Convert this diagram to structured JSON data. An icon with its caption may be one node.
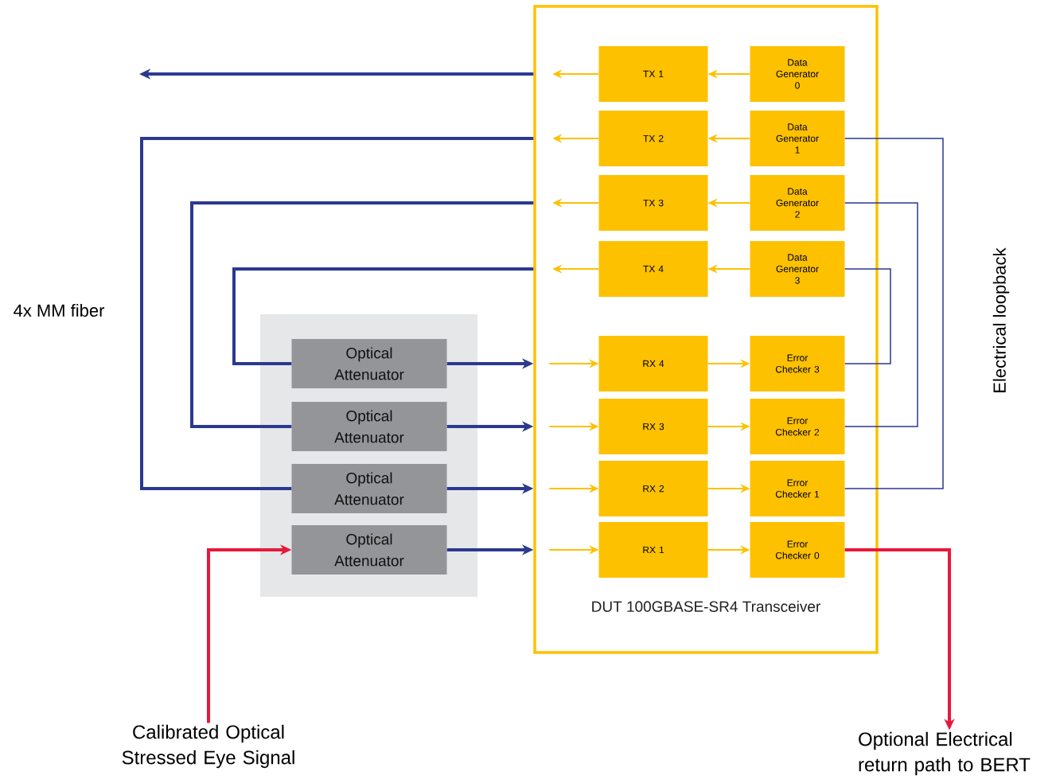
{
  "diagram": {
    "nodes": [
      {
        "text": [
          "DUT 100GBASE-SR4 Transceiver"
        ]
      },
      {
        "text": [
          "TX 1"
        ],
        "in": 0
      },
      {
        "text": [
          "TX 2"
        ],
        "in": 0
      },
      {
        "text": [
          "TX 3"
        ],
        "in": 0
      },
      {
        "text": [
          "TX 4"
        ],
        "in": 0
      },
      {
        "text": [
          "Data Generator 0"
        ],
        "in": 0
      },
      {
        "text": [
          "Data Generator 1"
        ],
        "in": 0
      },
      {
        "text": [
          "Data Generator 2"
        ],
        "in": 0
      },
      {
        "text": [
          "Data Generator 3"
        ],
        "in": 0
      },
      {
        "text": [
          "RX 4"
        ],
        "in": 0
      },
      {
        "text": [
          "RX 3"
        ],
        "in": 0
      },
      {
        "text": [
          "RX 2"
        ],
        "in": 0
      },
      {
        "text": [
          "RX 1"
        ],
        "in": 0
      },
      {
        "text": [
          "Error Checker 3"
        ],
        "in": 0
      },
      {
        "text": [
          "Error Checker 2"
        ],
        "in": 0
      },
      {
        "text": [
          "Error Checker 1"
        ],
        "in": 0
      },
      {
        "text": [
          "Error Checker 0"
        ],
        "in": 0
      },
      {
        "text": [],
        "shape": "box"
      },
      {
        "text": [
          "Optical Attenuator"
        ],
        "in": 17
      },
      {
        "text": [
          "Optical Attenuator"
        ],
        "in": 17
      },
      {
        "text": [
          "Optical Attenuator"
        ],
        "in": 17
      },
      {
        "text": [
          "Optical Attenuator"
        ],
        "in": 17
      },
      {
        "text": [
          "Calibrated Optical Stressed Eye Signal"
        ]
      },
      {
        "text": [
          "Optional Electrical return path to BERT"
        ]
      }
    ],
    "edges": [
      {
        "from": 5,
        "to": 1,
        "arrow": "to"
      },
      {
        "from": 6,
        "to": 2,
        "arrow": "to"
      },
      {
        "from": 7,
        "to": 3,
        "arrow": "to"
      },
      {
        "from": 8,
        "to": 4,
        "arrow": "to"
      },
      {
        "from": 1,
        "to": null,
        "arrow": "to"
      },
      {
        "from": 2,
        "to": null,
        "arrow": "to"
      },
      {
        "from": 3,
        "to": null,
        "arrow": "to"
      },
      {
        "from": 4,
        "to": null,
        "arrow": "to"
      },
      {
        "from": 0,
        "to": null,
        "arrow": "to",
        "style": "thick",
        "color": "#2b3990"
      },
      {
        "from": 0,
        "to": 20,
        "arrow": "none",
        "style": "thick",
        "color": "#2b3990"
      },
      {
        "from": 0,
        "to": 19,
        "arrow": "none",
        "style": "thick",
        "color": "#2b3990"
      },
      {
        "from": 0,
        "to": 18,
        "arrow": "none",
        "style": "thick",
        "color": "#2b3990"
      },
      {
        "from": 18,
        "to": 0,
        "arrow": "to",
        "style": "thick",
        "color": "#2b3990"
      },
      {
        "from": 19,
        "to": 0,
        "arrow": "to",
        "style": "thick",
        "color": "#2b3990"
      },
      {
        "from": 20,
        "to": 0,
        "arrow": "to",
        "style": "thick",
        "color": "#2b3990"
      },
      {
        "from": 21,
        "to": 0,
        "arrow": "to",
        "style": "thick",
        "color": "#2b3990"
      },
      {
        "from": null,
        "to": 9,
        "arrow": "to"
      },
      {
        "from": null,
        "to": 10,
        "arrow": "to"
      },
      {
        "from": null,
        "to": 11,
        "arrow": "to"
      },
      {
        "from": null,
        "to": 12,
        "arrow": "to"
      },
      {
        "from": 9,
        "to": 13,
        "arrow": "to"
      },
      {
        "from": 10,
        "to": 14,
        "arrow": "to"
      },
      {
        "from": 11,
        "to": 15,
        "arrow": "to"
      },
      {
        "from": 12,
        "to": 16,
        "arrow": "to"
      },
      {
        "from": 6,
        "to": 15,
        "arrow": "none",
        "color": "#2b3990"
      },
      {
        "from": 7,
        "to": 14,
        "arrow": "none",
        "color": "#2b3990"
      },
      {
        "from": 8,
        "to": 13,
        "arrow": "none",
        "color": "#2b3990"
      },
      {
        "from": 22,
        "to": 21,
        "arrow": "to",
        "style": "thick",
        "color": "#e8183c"
      },
      {
        "from": 16,
        "to": 23,
        "arrow": "to",
        "style": "thick",
        "color": "#e8183c"
      }
    ],
    "labels": [
      "4x MM fiber",
      "Electrical loopback"
    ]
  }
}
